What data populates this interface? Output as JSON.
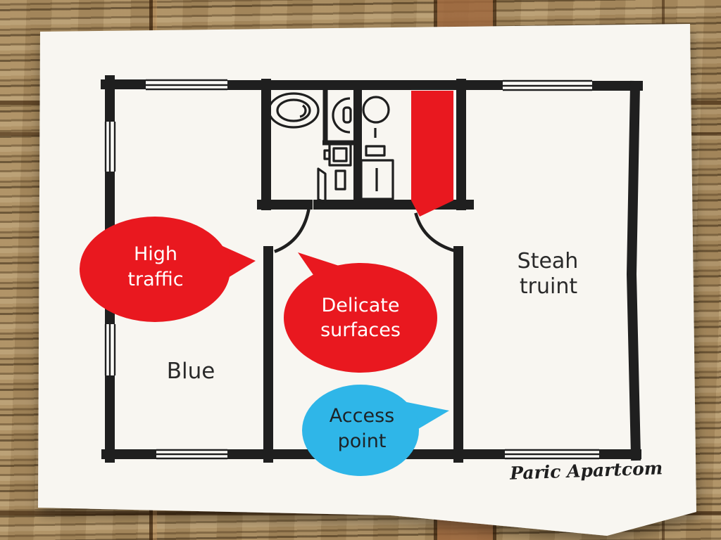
{
  "bubbles": {
    "high_traffic": {
      "line1": "High",
      "line2": "traffic"
    },
    "delicate_surfaces": {
      "line1": "Delicate",
      "line2": "surfaces"
    },
    "access_point": {
      "line1": "Access",
      "line2": "point"
    }
  },
  "rooms": {
    "left": {
      "label": "Blue"
    },
    "right": {
      "line1": "Steah",
      "line2": "truint"
    }
  },
  "signature": {
    "text": "Paric Apartcom"
  },
  "colors": {
    "annotation_red": "#e9181f",
    "annotation_blue": "#2fb6e8",
    "highlighted_wall_red": "#e9181f",
    "bubble_text_light": "#ffffff",
    "bubble_text_dark": "#1d2327",
    "ink": "#1f1f1f",
    "label_ink": "#2a2a2a",
    "paper": "#f8f6f1"
  },
  "fixtures": [
    "toilet",
    "bathroom-sink",
    "washing-machine",
    "kitchen-sink",
    "cabinet",
    "open-door"
  ]
}
